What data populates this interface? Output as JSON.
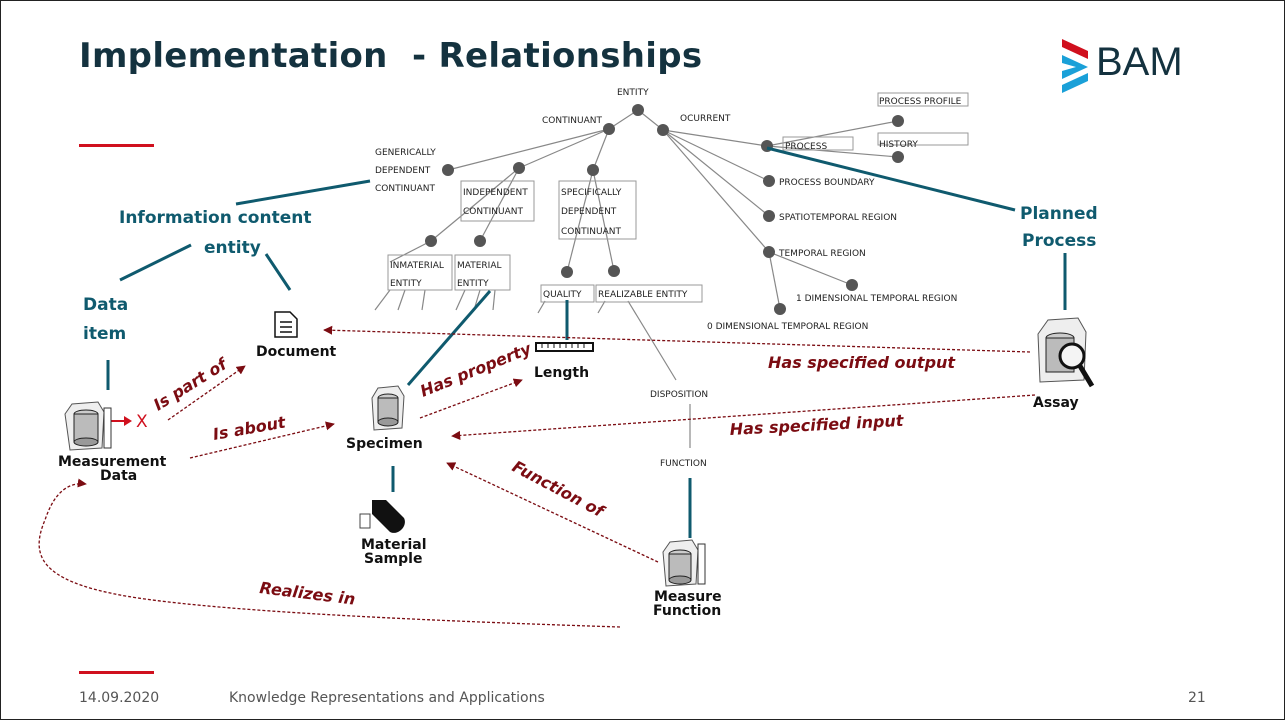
{
  "slide": {
    "title": "Implementation  - Relationships",
    "logo_text": "BAM",
    "footer_date": "14.09.2020",
    "footer_text": "Knowledge Representations and Applications",
    "page_number": "21"
  },
  "ontology": {
    "entity": "ENTITY",
    "continuant": "CONTINUANT",
    "ocurrent": "OCURRENT",
    "gdc_1": "GENERICALLY",
    "gdc_2": "DEPENDENT",
    "gdc_3": "CONTINUANT",
    "ic_1": "INDEPENDENT",
    "ic_2": "CONTINUANT",
    "sdc_1": "SPECIFICALLY",
    "sdc_2": "DEPENDENT",
    "sdc_3": "CONTINUANT",
    "inmaterial_1": "INMATERIAL",
    "inmaterial_2": "ENTITY",
    "material_1": "MATERIAL",
    "material_2": "ENTITY",
    "quality": "QUALITY",
    "realizable": "REALIZABLE ENTITY",
    "process_profile": "PROCESS PROFILE",
    "process": "PROCESS",
    "history": "HISTORY",
    "process_boundary": "PROCESS BOUNDARY",
    "spatiotemporal": "SPATIOTEMPORAL REGION",
    "temporal": "TEMPORAL REGION",
    "one_dim": "1 DIMENSIONAL TEMPORAL REGION",
    "zero_dim": "0 DIMENSIONAL TEMPORAL REGION",
    "disposition": "DISPOSITION",
    "function": "FUNCTION"
  },
  "concepts": {
    "ice_1": "Information content",
    "ice_2": "entity",
    "data_item_1": "Data",
    "data_item_2": "item",
    "planned_1": "Planned",
    "planned_2": "Process",
    "document": "Document",
    "length": "Length",
    "specimen": "Specimen",
    "assay": "Assay",
    "measurement_1": "Measurement",
    "measurement_2": "Data",
    "material_sample_1": "Material",
    "material_sample_2": "Sample",
    "measure_function_1": "Measure",
    "measure_function_2": "Function",
    "x_mark": "X"
  },
  "relations": {
    "is_part_of": "Is part of",
    "is_about": "Is about",
    "has_property": "Has property",
    "has_specified_output": "Has specified output",
    "has_specified_input": "Has specified input",
    "function_of": "Function of",
    "realizes_in": "Realizes in"
  },
  "colors": {
    "title": "#14323f",
    "teal": "#0f5a6e",
    "relation": "#7b0c12",
    "accent_red": "#d0101e",
    "logo_red": "#d0101e",
    "logo_blue": "#1aa0d8"
  }
}
